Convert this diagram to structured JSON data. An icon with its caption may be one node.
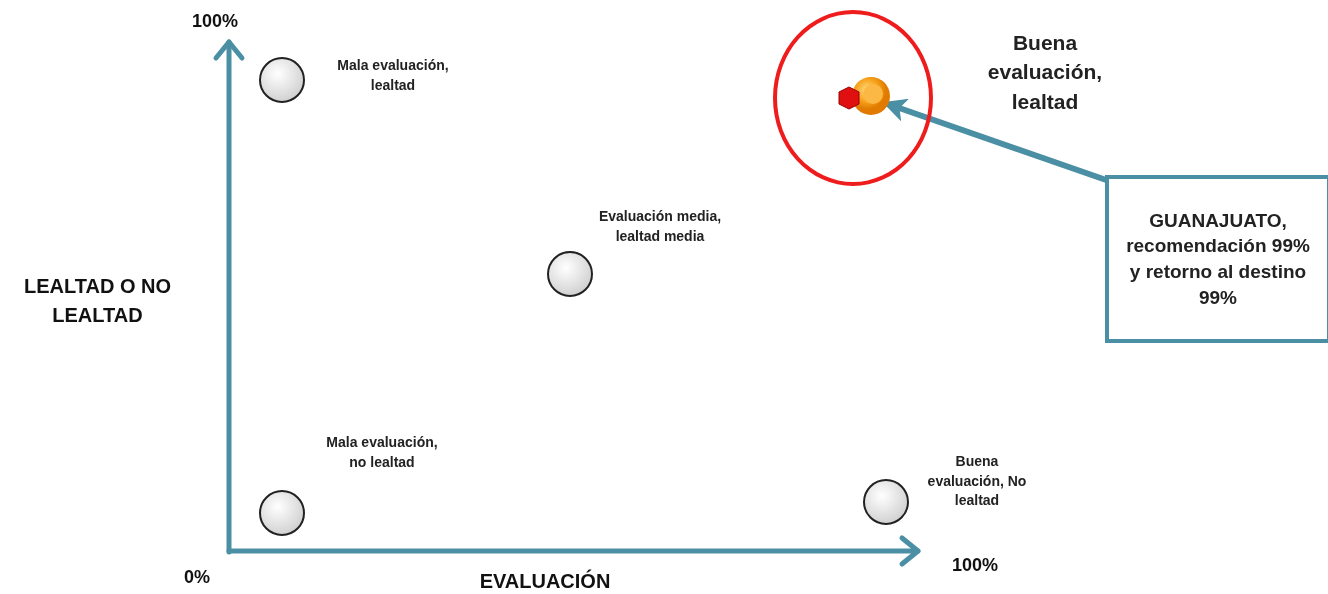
{
  "diagram": {
    "nodes": [
      {
        "text": [],
        "shape": "circle",
        "beside": [
          "Mala evaluación, lealtad"
        ]
      },
      {
        "text": [],
        "shape": "circle",
        "beside": [
          "Evaluación media, lealtad media"
        ]
      },
      {
        "text": [],
        "shape": "circle",
        "beside": [
          "Mala evaluación, no lealtad"
        ]
      },
      {
        "text": [],
        "shape": "circle",
        "beside": [
          "Buena evaluación, No lealtad"
        ]
      },
      {
        "text": [],
        "shape": "ellipse",
        "beside": [
          "Buena evaluación, lealtad"
        ]
      },
      {
        "text": [],
        "shape": "hexagon",
        "in": 4
      },
      {
        "text": [
          "GUANAJUATO, recomendación 99% y retorno al destino  99%"
        ]
      }
    ],
    "edges": [
      {
        "from": 6,
        "to": 5,
        "arrow": "to"
      }
    ],
    "labels": [
      "100%",
      "LEALTAD O NO LEALTAD",
      "0%",
      "EVALUACIÓN",
      "100%"
    ]
  }
}
